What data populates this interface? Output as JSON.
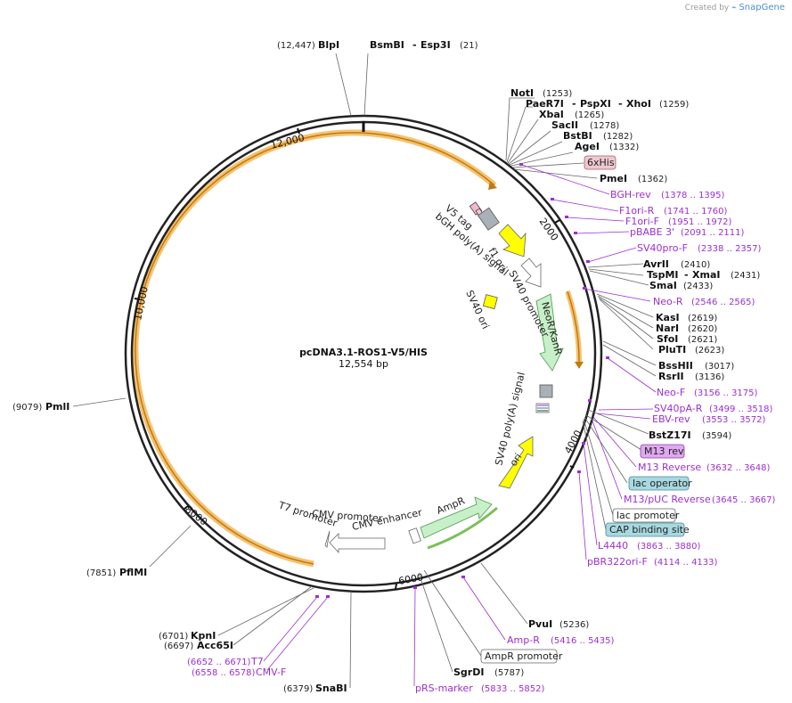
{
  "watermark": {
    "prefix": "Created by",
    "brand": "SnapGene"
  },
  "plasmid": {
    "name": "pcDNA3.1-ROS1-V5/HIS",
    "length_label": "12,554 bp"
  },
  "ticks": [
    "2000",
    "4000",
    "6000",
    "8000",
    "10,000",
    "12,000"
  ],
  "enzymes": {
    "blpi": {
      "pos": "(12,447)",
      "name": "BlpI"
    },
    "bsmbi": {
      "name": "BsmBI",
      "sep": "-",
      "name2": "Esp3I",
      "pos": "(21)"
    },
    "noti": {
      "name": "NotI",
      "pos": "(1253)"
    },
    "paer7i": {
      "name": "PaeR7I",
      "sep1": "-",
      "name2": "PspXI",
      "sep2": "-",
      "name3": "XhoI",
      "pos": "(1259)"
    },
    "xbai": {
      "name": "XbaI",
      "pos": "(1265)"
    },
    "sacii": {
      "name": "SacII",
      "pos": "(1278)"
    },
    "bstbi": {
      "name": "BstBI",
      "pos": "(1282)"
    },
    "agei": {
      "name": "AgeI",
      "pos": "(1332)"
    },
    "pmei": {
      "name": "PmeI",
      "pos": "(1362)"
    },
    "avrii": {
      "name": "AvrII",
      "pos": "(2410)"
    },
    "tspmi": {
      "name": "TspMI",
      "sep": "-",
      "name2": "XmaI",
      "pos": "(2431)"
    },
    "smai": {
      "name": "SmaI",
      "pos": "(2433)"
    },
    "kasi": {
      "name": "KasI",
      "pos": "(2619)"
    },
    "nari": {
      "name": "NarI",
      "pos": "(2620)"
    },
    "sfoi": {
      "name": "SfoI",
      "pos": "(2621)"
    },
    "pluti": {
      "name": "PluTI",
      "pos": "(2623)"
    },
    "bsshii": {
      "name": "BssHII",
      "pos": "(3017)"
    },
    "rsrii": {
      "name": "RsrII",
      "pos": "(3136)"
    },
    "bstz17i": {
      "name": "BstZ17I",
      "pos": "(3594)"
    },
    "pvui": {
      "name": "PvuI",
      "pos": "(5236)"
    },
    "sgrdi": {
      "name": "SgrDI",
      "pos": "(5787)"
    },
    "snabi": {
      "pos": "(6379)",
      "name": "SnaBI"
    },
    "kpni": {
      "pos": "(6701)",
      "name": "KpnI"
    },
    "acc65i": {
      "pos": "(6697)",
      "name": "Acc65I"
    },
    "pflmi": {
      "pos": "(7851)",
      "name": "PflMI"
    },
    "pmli": {
      "pos": "(9079)",
      "name": "PmlI"
    }
  },
  "primers": {
    "bgh_rev": {
      "name": "BGH-rev",
      "range": "(1378 .. 1395)"
    },
    "f1ori_r": {
      "name": "F1ori-R",
      "range": "(1741 .. 1760)"
    },
    "f1ori_f": {
      "name": "F1ori-F",
      "range": "(1951 .. 1972)"
    },
    "pbabe3": {
      "name": "pBABE 3'",
      "range": "(2091 .. 2111)"
    },
    "sv40pro_f": {
      "name": "SV40pro-F",
      "range": "(2338 .. 2357)"
    },
    "neo_r": {
      "name": "Neo-R",
      "range": "(2546 .. 2565)"
    },
    "neo_f": {
      "name": "Neo-F",
      "range": "(3156 .. 3175)"
    },
    "sv40pa_r": {
      "name": "SV40pA-R",
      "range": "(3499 .. 3518)"
    },
    "ebv_rev": {
      "name": "EBV-rev",
      "range": "(3553 .. 3572)"
    },
    "m13_reverse": {
      "name": "M13 Reverse",
      "range": "(3632 .. 3648)"
    },
    "m13_puc_reverse": {
      "name": "M13/pUC Reverse",
      "range": "(3645 .. 3667)"
    },
    "l4440": {
      "name": "L4440",
      "range": "(3863 .. 3880)"
    },
    "pbr322ori_f": {
      "name": "pBR322ori-F",
      "range": "(4114 .. 4133)"
    },
    "amp_r": {
      "name": "Amp-R",
      "range": "(5416 .. 5435)"
    },
    "prs_marker": {
      "name": "pRS-marker",
      "range": "(5833 .. 5852)"
    },
    "t7": {
      "range": "(6652 .. 6671)",
      "name": "T7"
    },
    "cmv_f": {
      "range": "(6558 .. 6578)",
      "name": "CMV-F"
    }
  },
  "boxed": {
    "his6": "6xHis",
    "m13rev": "M13 rev",
    "lacop": "lac operator",
    "lacprom": "lac promoter",
    "cap": "CAP binding site",
    "ampr_prom": "AmpR promoter"
  },
  "features": {
    "v5tag": "V5 tag",
    "bgh": "bGH poly(A) signal",
    "f1ori": "f1 ori",
    "sv40prom": "SV40 promoter",
    "sv40ori": "SV40 ori",
    "neor": "NeoR/KanR",
    "sv40pa": "SV40 poly(A) signal",
    "ori": "ori",
    "ampr": "AmpR",
    "cmvprom": "CMV promoter",
    "cmvenh": "CMV enhancer",
    "t7prom": "T7 promoter"
  },
  "colors": {
    "backbone": "#222222",
    "orf": "#f0a030",
    "primer": "#9b30d0",
    "yellow_feature": "#ffff00",
    "neor": "#c8f0c8",
    "ampr": "#c8f0c8",
    "his_box": "#f0c8d0",
    "m13_box": "#e0a8f0",
    "lac_box": "#a8d8e0"
  }
}
